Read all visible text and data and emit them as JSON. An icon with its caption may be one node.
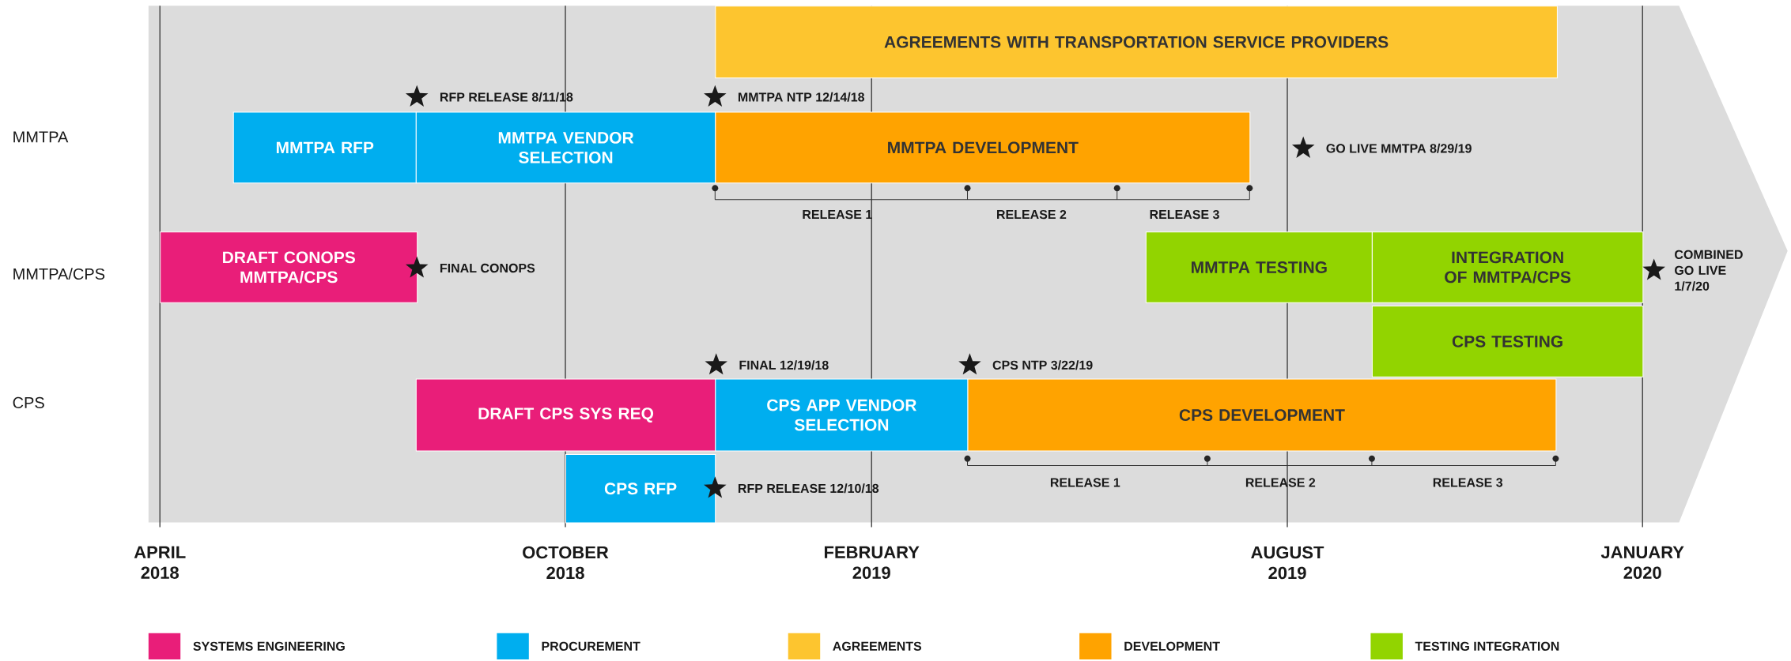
{
  "diagram": {
    "nodes": [
      {
        "text": [
          "AGREEMENTS WITH TRANSPORTATION SERVICE PROVIDERS"
        ]
      },
      {
        "text": [
          "MMTPA RFP"
        ]
      },
      {
        "text": [
          "MMTPA VENDOR SELECTION"
        ]
      },
      {
        "text": [
          "MMTPA DEVELOPMENT"
        ]
      },
      {
        "text": [
          "DRAFT CONOPS MMTPA/CPS"
        ]
      },
      {
        "text": [
          "MMTPA TESTING"
        ]
      },
      {
        "text": [
          "INTEGRATION OF MMTPA/CPS"
        ]
      },
      {
        "text": [
          "CPS TESTING"
        ]
      },
      {
        "text": [
          "DRAFT CPS SYS REQ"
        ]
      },
      {
        "text": [
          "CPS APP VENDOR SELECTION"
        ]
      },
      {
        "text": [
          "CPS DEVELOPMENT"
        ]
      },
      {
        "text": [
          "CPS RFP"
        ]
      }
    ],
    "labels": [
      "RFP RELEASE 8/11/18",
      "MMTPA NTP 12/14/18",
      "MMTPA",
      "GO LIVE MMTPA 8/29/19",
      "RELEASE 1",
      "RELEASE 2",
      "RELEASE 3",
      "MMTPA/CPS",
      "FINAL CONOPS",
      "COMBINED GO LIVE 1/7/20",
      "FINAL 12/19/18",
      "CPS NTP 3/22/19",
      "CPS",
      "RFP RELEASE 12/10/18",
      "RELEASE 1",
      "RELEASE 2",
      "RELEASE 3",
      "APRIL 2018",
      "OCTOBER 2018",
      "FEBRUARY 2019",
      "AUGUST 2019",
      "JANUARY 2020"
    ],
    "legend": [
      {
        "text": "SYSTEMS ENGINEERING",
        "color": "#e91e79"
      },
      {
        "text": "PROCUREMENT",
        "color": "#00aeef"
      },
      {
        "text": "AGREEMENTS",
        "color": "#fdc52f"
      },
      {
        "text": "DEVELOPMENT",
        "color": "#ffa300"
      },
      {
        "text": "TESTING INTEGRATION",
        "color": "#92d400"
      }
    ]
  }
}
